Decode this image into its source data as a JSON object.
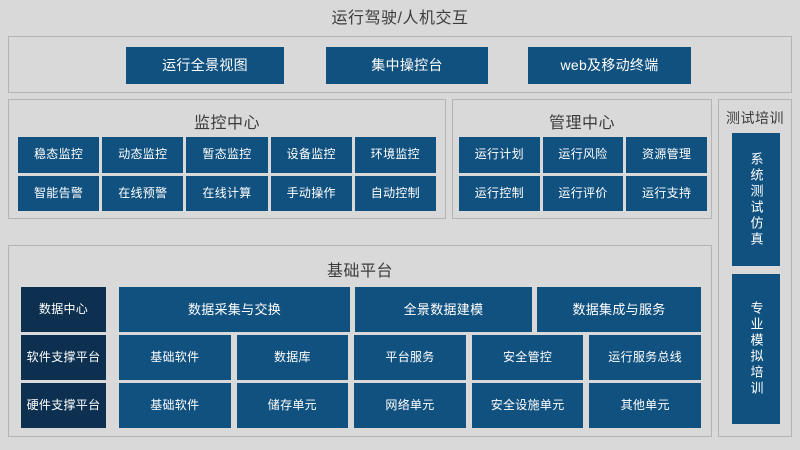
{
  "page": {
    "title": "运行驾驶/人机交互",
    "colors": {
      "background": "#d9d9d9",
      "panel_border": "#b4b4b4",
      "box_blue": "#10517f",
      "box_dark_navy": "#0d3050",
      "text_dark": "#3c3c3c",
      "text_light": "#ffffff"
    }
  },
  "top_bar": {
    "items": [
      {
        "label": "运行全景视图"
      },
      {
        "label": "集中操控台"
      },
      {
        "label": "web及移动终端"
      }
    ]
  },
  "monitor_center": {
    "title": "监控中心",
    "items": [
      {
        "label": "稳态监控"
      },
      {
        "label": "动态监控"
      },
      {
        "label": "暂态监控"
      },
      {
        "label": "设备监控"
      },
      {
        "label": "环境监控"
      },
      {
        "label": "智能告警"
      },
      {
        "label": "在线预警"
      },
      {
        "label": "在线计算"
      },
      {
        "label": "手动操作"
      },
      {
        "label": "自动控制"
      }
    ]
  },
  "management_center": {
    "title": "管理中心",
    "items": [
      {
        "label": "运行计划"
      },
      {
        "label": "运行风险"
      },
      {
        "label": "资源管理"
      },
      {
        "label": "运行控制"
      },
      {
        "label": "运行评价"
      },
      {
        "label": "运行支持"
      }
    ]
  },
  "test_training": {
    "title": "测试培训",
    "items": [
      {
        "label": "系统测试仿真"
      },
      {
        "label": "专业模拟培训"
      }
    ]
  },
  "base_platform": {
    "title": "基础平台",
    "row_labels": [
      {
        "label": "数据中心"
      },
      {
        "label": "软件支撑平台"
      },
      {
        "label": "硬件支撑平台"
      }
    ],
    "data_center_row": [
      {
        "label": "数据采集与交换"
      },
      {
        "label": "全景数据建模"
      },
      {
        "label": "数据集成与服务"
      }
    ],
    "software_row": [
      {
        "label": "基础软件"
      },
      {
        "label": "数据库"
      },
      {
        "label": "平台服务"
      },
      {
        "label": "安全管控"
      },
      {
        "label": "运行服务总线"
      }
    ],
    "hardware_row": [
      {
        "label": "基础软件"
      },
      {
        "label": "储存单元"
      },
      {
        "label": "网络单元"
      },
      {
        "label": "安全设施单元"
      },
      {
        "label": "其他单元"
      }
    ]
  }
}
